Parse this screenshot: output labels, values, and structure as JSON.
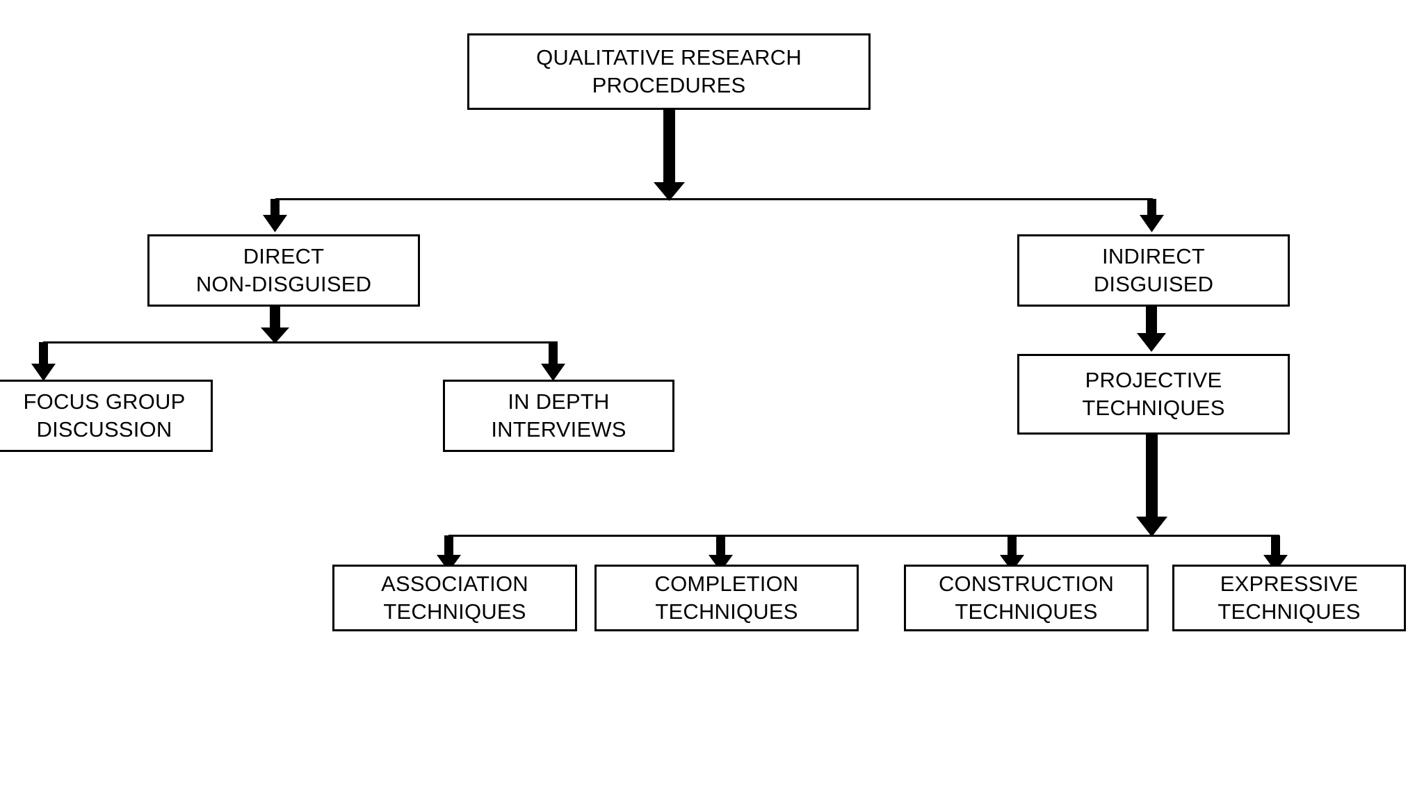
{
  "diagram": {
    "title": "Qualitative Research Procedures",
    "background_color": "#ffffff",
    "line_color": "#000000",
    "text_color": "#000000",
    "nodes": [
      {
        "id": "root",
        "line1": "QUALITATIVE RESEARCH",
        "line2": "PROCEDURES",
        "level": 0
      },
      {
        "id": "direct",
        "line1": "DIRECT",
        "line2": "NON-DISGUISED",
        "level": 1
      },
      {
        "id": "indirect",
        "line1": "INDIRECT",
        "line2": "DISGUISED",
        "level": 1
      },
      {
        "id": "focus-group",
        "line1": "FOCUS GROUP",
        "line2": "DISCUSSION",
        "level": 2
      },
      {
        "id": "in-depth",
        "line1": "IN DEPTH",
        "line2": "INTERVIEWS",
        "level": 2
      },
      {
        "id": "projective",
        "line1": "PROJECTIVE",
        "line2": "TECHNIQUES",
        "level": 2
      },
      {
        "id": "association",
        "line1": "ASSOCIATION",
        "line2": "TECHNIQUES",
        "level": 3
      },
      {
        "id": "completion",
        "line1": "COMPLETION",
        "line2": "TECHNIQUES",
        "level": 3
      },
      {
        "id": "construction",
        "line1": "CONSTRUCTION",
        "line2": "TECHNIQUES",
        "level": 3
      },
      {
        "id": "expressive",
        "line1": "EXPRESSIVE",
        "line2": "TECHNIQUES",
        "level": 3
      }
    ],
    "edges": [
      {
        "from": "root",
        "to": "direct"
      },
      {
        "from": "root",
        "to": "indirect"
      },
      {
        "from": "direct",
        "to": "focus-group"
      },
      {
        "from": "direct",
        "to": "in-depth"
      },
      {
        "from": "indirect",
        "to": "projective"
      },
      {
        "from": "projective",
        "to": "association"
      },
      {
        "from": "projective",
        "to": "completion"
      },
      {
        "from": "projective",
        "to": "construction"
      },
      {
        "from": "projective",
        "to": "expressive"
      }
    ]
  }
}
